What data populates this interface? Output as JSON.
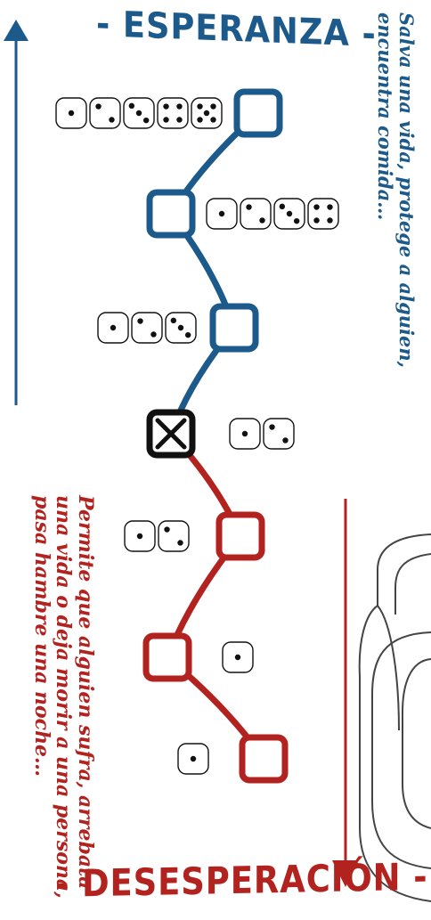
{
  "colors": {
    "hope": "#1c5a8c",
    "despair": "#b2231f",
    "neutral": "#111111"
  },
  "hope_title": "- ESPERANZA -",
  "despair_title": "- DESESPERACIÓN -",
  "hope_text": [
    "Salva una vida, protege a alguien,",
    "encuentra comida…"
  ],
  "despair_text": [
    "Permite que alguien sufra, arrebata",
    "una vida o deja morir a una persona,",
    "pasa hambre una noche…"
  ],
  "track": [
    {
      "side": "hope",
      "dice": [
        1,
        2,
        3,
        4,
        5
      ]
    },
    {
      "side": "hope",
      "dice": [
        1,
        2,
        3,
        4
      ]
    },
    {
      "side": "hope",
      "dice": [
        1,
        2,
        3
      ]
    },
    {
      "side": "neutral",
      "marked": true,
      "dice": [
        1,
        2
      ]
    },
    {
      "side": "despair",
      "dice": [
        1,
        2
      ]
    },
    {
      "side": "despair",
      "dice": [
        1
      ]
    },
    {
      "side": "despair",
      "dice": [
        1
      ]
    }
  ]
}
